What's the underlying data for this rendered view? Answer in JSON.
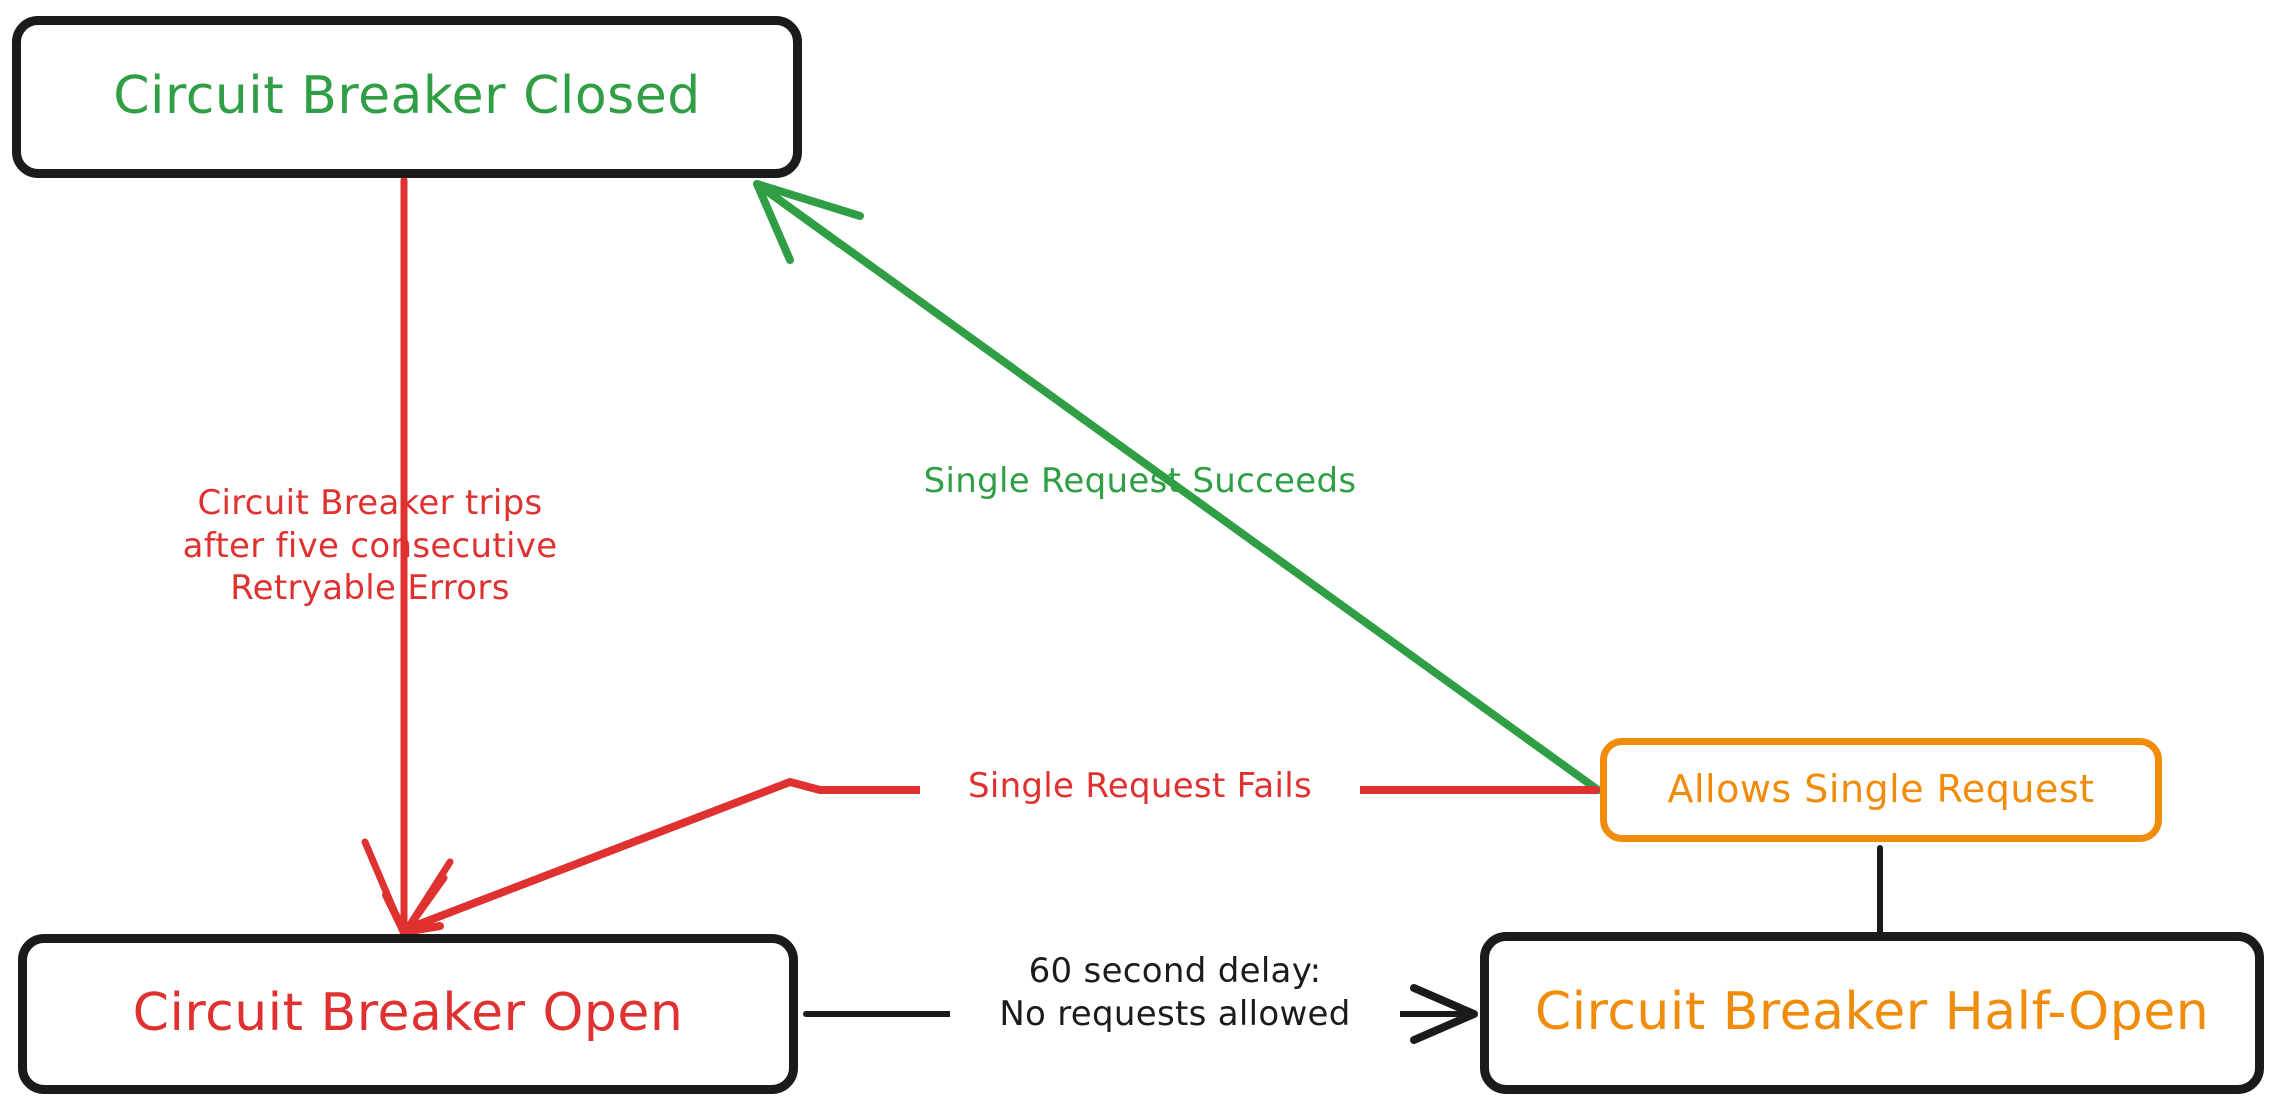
{
  "diagram": {
    "title": "Circuit Breaker State Diagram",
    "type": "state-machine",
    "background": "#ffffff",
    "colors": {
      "green": "#2f9e44",
      "red": "#e03131",
      "orange": "#f08c0a",
      "black": "#1b1b1b",
      "white": "#ffffff"
    },
    "nodes": [
      {
        "id": "closed",
        "label": "Circuit Breaker Closed",
        "text_color": "#2f9e44",
        "border_color": "#1b1b1b",
        "shape": "rounded-rectangle"
      },
      {
        "id": "open",
        "label": "Circuit Breaker Open",
        "text_color": "#e03131",
        "border_color": "#1b1b1b",
        "shape": "rounded-rectangle"
      },
      {
        "id": "half-open",
        "label": "Circuit Breaker Half-Open",
        "text_color": "#f08c0a",
        "border_color": "#1b1b1b",
        "shape": "rounded-rectangle"
      },
      {
        "id": "allows",
        "label": "Allows Single Request",
        "text_color": "#f08c0a",
        "border_color": "#f08c0a",
        "shape": "rounded-rectangle"
      }
    ],
    "edges": [
      {
        "id": "trip",
        "from": "closed",
        "to": "open",
        "color": "#e03131",
        "label_line1": "Circuit Breaker trips",
        "label_line2": "after five consecutive",
        "label_line3": "Retryable Errors"
      },
      {
        "id": "succeeds",
        "from": "allows",
        "to": "closed",
        "color": "#2f9e44",
        "label": "Single Request Succeeds"
      },
      {
        "id": "fails",
        "from": "allows",
        "to": "open",
        "color": "#e03131",
        "label": "Single Request Fails"
      },
      {
        "id": "delay",
        "from": "open",
        "to": "half-open",
        "color": "#1b1b1b",
        "label_line1": "60 second delay:",
        "label_line2": "No requests allowed"
      },
      {
        "id": "half-open-to-allows",
        "from": "half-open",
        "to": "allows",
        "color": "#1b1b1b",
        "label": ""
      }
    ]
  }
}
